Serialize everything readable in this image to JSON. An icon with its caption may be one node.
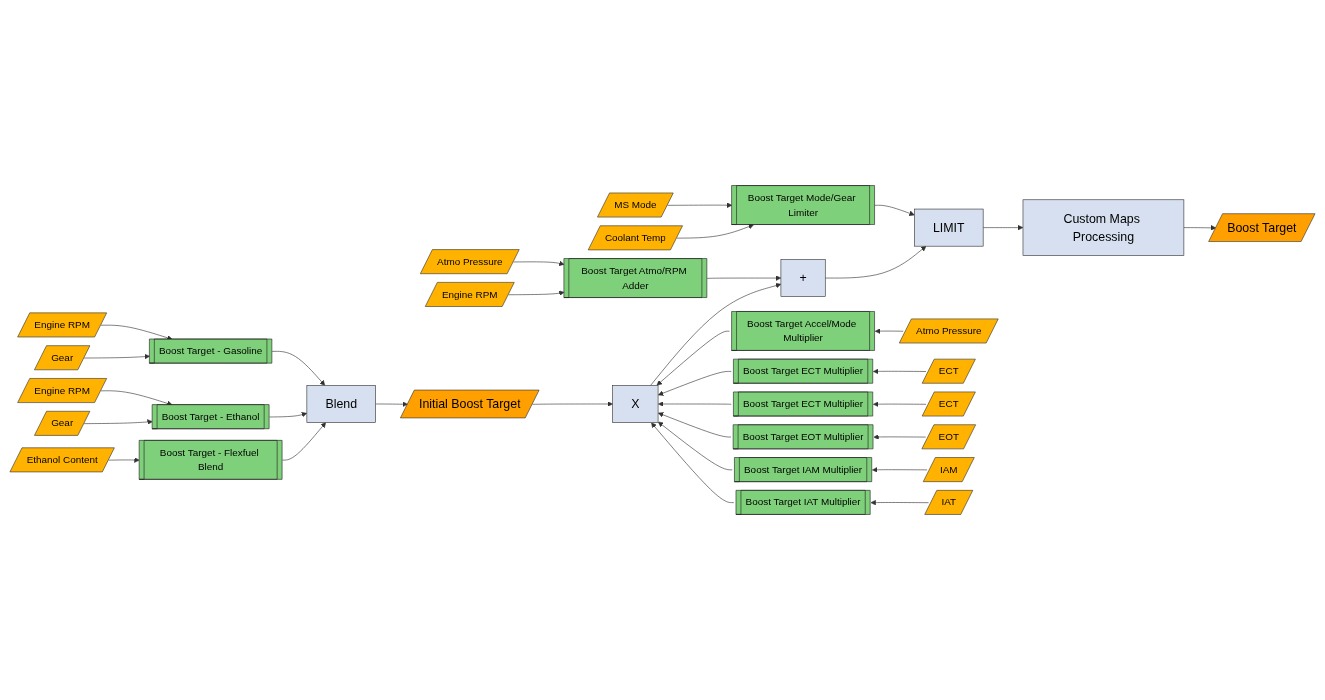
{
  "diagram": {
    "nodes": [
      {
        "text": [
          "Engine RPM"
        ]
      },
      {
        "text": [
          "Gear"
        ]
      },
      {
        "text": [
          "Engine RPM"
        ]
      },
      {
        "text": [
          "Gear"
        ]
      },
      {
        "text": [
          "Ethanol Content"
        ]
      },
      {
        "text": [
          "Atmo Pressure"
        ]
      },
      {
        "text": [
          "Engine RPM"
        ]
      },
      {
        "text": [
          "MS Mode"
        ]
      },
      {
        "text": [
          "Coolant Temp"
        ]
      },
      {
        "text": [
          "Boost Target - Gasoline"
        ]
      },
      {
        "text": [
          "Boost Target - Ethanol"
        ]
      },
      {
        "text": [
          "Boost Target - Flexfuel Blend"
        ]
      },
      {
        "text": [
          "Boost Target Atmo/RPM Adder"
        ]
      },
      {
        "text": [
          "Boost Target Mode/Gear Limiter"
        ]
      },
      {
        "text": [
          "Blend"
        ]
      },
      {
        "text": [
          "Initial Boost Target"
        ]
      },
      {
        "text": [
          "X"
        ]
      },
      {
        "text": [
          "+"
        ]
      },
      {
        "text": [
          "LIMIT"
        ]
      },
      {
        "text": [
          "Custom Maps Processing"
        ]
      },
      {
        "text": [
          "Boost Target"
        ]
      },
      {
        "text": [
          "Boost Target Accel/Mode Multiplier"
        ]
      },
      {
        "text": [
          "Boost Target ECT Multiplier"
        ]
      },
      {
        "text": [
          "Boost Target ECT Multiplier"
        ]
      },
      {
        "text": [
          "Boost Target EOT Multiplier"
        ]
      },
      {
        "text": [
          "Boost Target IAM Multiplier"
        ]
      },
      {
        "text": [
          "Boost Target IAT Multiplier"
        ]
      },
      {
        "text": [
          "Atmo Pressure"
        ]
      },
      {
        "text": [
          "ECT"
        ]
      },
      {
        "text": [
          "ECT"
        ]
      },
      {
        "text": [
          "EOT"
        ]
      },
      {
        "text": [
          "IAM"
        ]
      },
      {
        "text": [
          "IAT"
        ]
      }
    ],
    "edges": [
      {
        "from": 0,
        "to": 9,
        "arrow": "to"
      },
      {
        "from": 1,
        "to": 9,
        "arrow": "to"
      },
      {
        "from": 2,
        "to": 10,
        "arrow": "to"
      },
      {
        "from": 3,
        "to": 10,
        "arrow": "to"
      },
      {
        "from": 4,
        "to": 11,
        "arrow": "to"
      },
      {
        "from": 5,
        "to": 12,
        "arrow": "to"
      },
      {
        "from": 6,
        "to": 12,
        "arrow": "to"
      },
      {
        "from": 7,
        "to": 13,
        "arrow": "to"
      },
      {
        "from": 8,
        "to": 13,
        "arrow": "to"
      },
      {
        "from": 9,
        "to": 14,
        "arrow": "to"
      },
      {
        "from": 10,
        "to": 14,
        "arrow": "to"
      },
      {
        "from": 11,
        "to": 14,
        "arrow": "to"
      },
      {
        "from": 14,
        "to": 15,
        "arrow": "to"
      },
      {
        "from": 15,
        "to": 16,
        "arrow": "to"
      },
      {
        "from": 16,
        "to": 17,
        "arrow": "to"
      },
      {
        "from": 12,
        "to": 17,
        "arrow": "to"
      },
      {
        "from": 17,
        "to": 18,
        "arrow": "to"
      },
      {
        "from": 13,
        "to": 18,
        "arrow": "to"
      },
      {
        "from": 18,
        "to": 19,
        "arrow": "to"
      },
      {
        "from": 19,
        "to": 20,
        "arrow": "to"
      },
      {
        "from": 21,
        "to": 16,
        "arrow": "to"
      },
      {
        "from": 22,
        "to": 16,
        "arrow": "to"
      },
      {
        "from": 23,
        "to": 16,
        "arrow": "to"
      },
      {
        "from": 24,
        "to": 16,
        "arrow": "to"
      },
      {
        "from": 25,
        "to": 16,
        "arrow": "to"
      },
      {
        "from": 26,
        "to": 16,
        "arrow": "to"
      },
      {
        "from": 27,
        "to": 21,
        "arrow": "to"
      },
      {
        "from": 28,
        "to": 22,
        "arrow": "to"
      },
      {
        "from": 29,
        "to": 23,
        "arrow": "to"
      },
      {
        "from": 30,
        "to": 24,
        "arrow": "to"
      },
      {
        "from": 31,
        "to": 25,
        "arrow": "to"
      },
      {
        "from": 32,
        "to": 26,
        "arrow": "to"
      }
    ]
  }
}
